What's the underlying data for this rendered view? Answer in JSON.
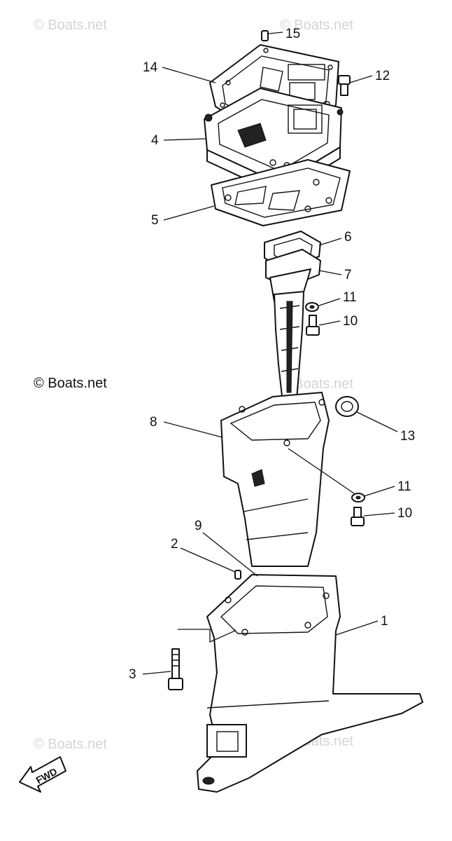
{
  "watermarks": [
    "© Boats.net",
    "© Boats.net",
    "© Boats.net",
    "© Boats.net",
    "© Boats.net"
  ],
  "copyright": "© Boats.net",
  "direction_arrow": "FWD",
  "callouts": [
    "15",
    "14",
    "12",
    "4",
    "5",
    "6",
    "7",
    "11",
    "10",
    "13",
    "8",
    "11",
    "10",
    "9",
    "2",
    "1",
    "3"
  ]
}
